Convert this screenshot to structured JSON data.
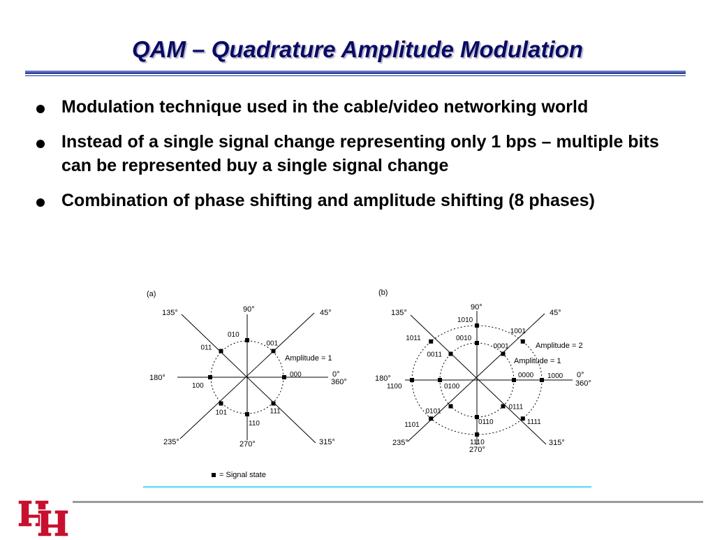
{
  "slide": {
    "title": "QAM – Quadrature Amplitude Modulation",
    "bullets": [
      "Modulation technique used in the cable/video networking world",
      "Instead of a single signal change representing only 1 bps – multiple bits can be represented buy a single signal change",
      "Combination of phase shifting and amplitude shifting (8 phases)"
    ],
    "colors": {
      "title": "#0a0a66",
      "rule": "#1c2f8f",
      "logo_red": "#c8102e",
      "cyan_rule": "#4fd8f0"
    }
  },
  "diagram": {
    "legend": "= Signal state",
    "panel_a": {
      "label": "(a)",
      "angles": [
        "90°",
        "45°",
        "135°",
        "180°",
        "0°",
        "360°",
        "235°",
        "270°",
        "315°"
      ],
      "amplitude_label": "Amplitude = 1",
      "points": [
        {
          "bits": "000",
          "angle": 0,
          "r": 1
        },
        {
          "bits": "001",
          "angle": 45,
          "r": 1
        },
        {
          "bits": "010",
          "angle": 90,
          "r": 1
        },
        {
          "bits": "011",
          "angle": 135,
          "r": 1
        },
        {
          "bits": "100",
          "angle": 180,
          "r": 1
        },
        {
          "bits": "101",
          "angle": 225,
          "r": 1
        },
        {
          "bits": "110",
          "angle": 270,
          "r": 1
        },
        {
          "bits": "111",
          "angle": 315,
          "r": 1
        }
      ]
    },
    "panel_b": {
      "label": "(b)",
      "angles": [
        "90°",
        "45°",
        "135°",
        "180°",
        "0°",
        "360°",
        "235°",
        "270°",
        "315°"
      ],
      "amplitude_labels": [
        "Amplitude = 2",
        "Amplitude = 1"
      ],
      "points": [
        {
          "bits": "0000",
          "angle": 0,
          "r": 1
        },
        {
          "bits": "0001",
          "angle": 45,
          "r": 1
        },
        {
          "bits": "0010",
          "angle": 90,
          "r": 1
        },
        {
          "bits": "0011",
          "angle": 135,
          "r": 1
        },
        {
          "bits": "0100",
          "angle": 180,
          "r": 1
        },
        {
          "bits": "0101",
          "angle": 225,
          "r": 1
        },
        {
          "bits": "0110",
          "angle": 270,
          "r": 1
        },
        {
          "bits": "0111",
          "angle": 315,
          "r": 1
        },
        {
          "bits": "1000",
          "angle": 0,
          "r": 2
        },
        {
          "bits": "1001",
          "angle": 45,
          "r": 2
        },
        {
          "bits": "1010",
          "angle": 90,
          "r": 2
        },
        {
          "bits": "1011",
          "angle": 135,
          "r": 2
        },
        {
          "bits": "1100",
          "angle": 180,
          "r": 2
        },
        {
          "bits": "1101",
          "angle": 225,
          "r": 2
        },
        {
          "bits": "1110",
          "angle": 270,
          "r": 2
        },
        {
          "bits": "1111",
          "angle": 315,
          "r": 2
        }
      ]
    }
  }
}
